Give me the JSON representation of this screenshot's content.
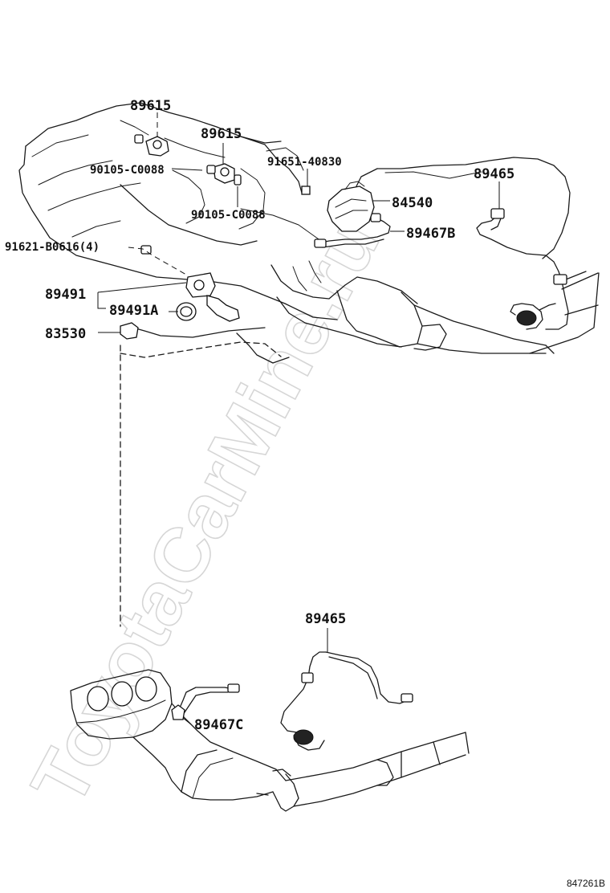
{
  "watermark": "ToyotaCarMine.ru",
  "diagram_code": "847261B",
  "labels": {
    "p89615_a": "89615",
    "p89615_b": "89615",
    "p90105_a": "90105-C0088",
    "p90105_b": "90105-C0088",
    "p91651": "91651-40830",
    "p84540": "84540",
    "p89465_a": "89465",
    "p89467b": "89467B",
    "p91621": "91621-B0616(4)",
    "p89491": "89491",
    "p89491a": "89491A",
    "p83530": "83530",
    "p89465_b": "89465",
    "p89467c": "89467C"
  }
}
